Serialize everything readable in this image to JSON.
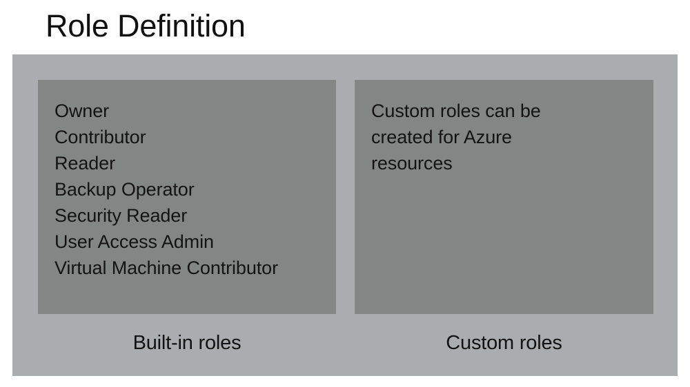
{
  "slide": {
    "title": "Role Definition",
    "background_color": "#ffffff",
    "panel_color": "#a9adaf",
    "box_color": "#828786",
    "text_color": "#131313"
  },
  "panels": {
    "builtin": {
      "caption": "Built-in roles",
      "roles": [
        "Owner",
        "Contributor",
        "Reader",
        "Backup Operator",
        "Security Reader",
        "User Access Admin",
        "Virtual Machine Contributor"
      ]
    },
    "custom": {
      "caption": "Custom roles",
      "description_lines": [
        "Custom roles can be",
        "created for Azure",
        "resources"
      ]
    }
  }
}
